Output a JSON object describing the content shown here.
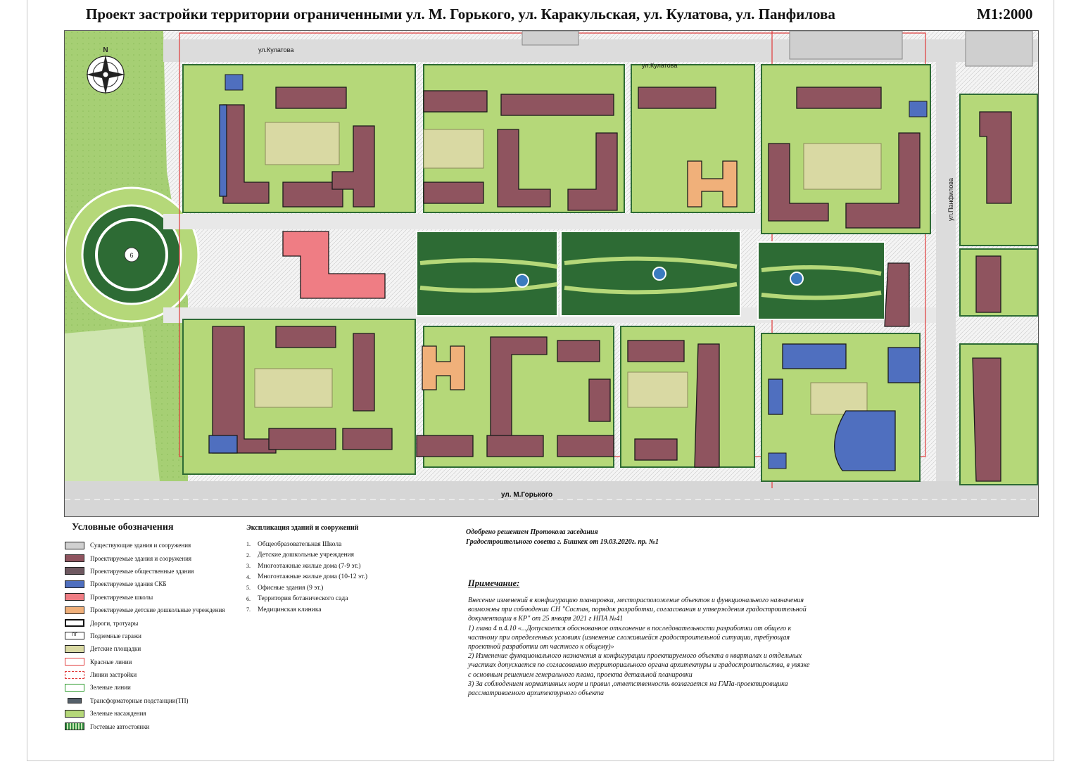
{
  "title": "Проект застройки территории ограниченными  ул. М. Горького, ул. Каракульская, ул. Кулатова, ул. Панфилова",
  "scale": "М1:2000",
  "map": {
    "north_label": "N",
    "street_labels": {
      "kulatova_left": "ул.Кулатова",
      "kulatova_right": "ул.Кулатова",
      "gorkogo": "ул. М.Горького",
      "panfilova": "ул.Панфилова"
    },
    "colors": {
      "existing": "#d0d0d0",
      "residential": "#8f545f",
      "skb": "#4f6fbf",
      "school": "#ef7d84",
      "kindergarten": "#f0b07a",
      "greenery": "#b5d879",
      "park": "#8dc267",
      "dark_green": "#2d6b34",
      "playground": "#d9d9a3",
      "red_line": "#e03a3a"
    }
  },
  "legend": {
    "title": "Условные обозначения",
    "items": [
      {
        "label": "Существующие здания и сооружения",
        "garage_text": ""
      },
      {
        "label": "Проектируемые здания и сооружения",
        "garage_text": ""
      },
      {
        "label": "Проектируемые общественные здания",
        "garage_text": ""
      },
      {
        "label": "Проектируемые здания СКБ",
        "garage_text": ""
      },
      {
        "label": "Проектируемые школы",
        "garage_text": ""
      },
      {
        "label": "Проектируемые детские дошкольные учреждения",
        "garage_text": ""
      },
      {
        "label": "Дороги, тротуары",
        "garage_text": ""
      },
      {
        "label": "Подземные гаражи",
        "garage_text": "ПГ"
      },
      {
        "label": "Детские площадки",
        "garage_text": ""
      },
      {
        "label": "Красные линии",
        "garage_text": ""
      },
      {
        "label": "Линии застройки",
        "garage_text": ""
      },
      {
        "label": "Зеленые линии",
        "garage_text": ""
      },
      {
        "label": "Трансформаторные подстанции(ТП)",
        "garage_text": ""
      },
      {
        "label": "Зеленые насаждения",
        "garage_text": ""
      },
      {
        "label": "Гостевые автостоянки",
        "garage_text": ""
      }
    ]
  },
  "explication": {
    "title": "Экспликация зданий и сооружений",
    "items": [
      {
        "num": "1.",
        "label": "Общеобразовательная Школа"
      },
      {
        "num": "2.",
        "label": "Детские дошкольные учреждения"
      },
      {
        "num": "3.",
        "label": "Многоэтажные жилые дома (7-9 эт.)"
      },
      {
        "num": "4.",
        "label": "Многоэтажные жилые дома (10-12 эт.)"
      },
      {
        "num": "5.",
        "label": "Офисные здания (9 эт.)"
      },
      {
        "num": "6.",
        "label": "Территория ботанического сада"
      },
      {
        "num": "7.",
        "label": "Медицинская клиника"
      }
    ]
  },
  "approval": {
    "line1": "Одобрено решением Протокола заседания",
    "line2": "Градостроительного совета г. Бишкек от 19.03.2020г. пр. №1"
  },
  "note": {
    "heading": "Примечание:",
    "paragraphs": [
      "Внесение изменений в конфигурацию планировки, месторасположение объектов и функционального назначения возможны при соблюдении СН \"Состав, порядок разработки, согласования и утверждения градостроительной документации в КР\" от 25 января 2021 г НПА №41",
      "1)      глава 4  п.4.10  «...Допускается обоснованное отклонение в последовательности разработки от общего к частному при определенных условиях (изменение сложившейся градостроительной ситуации, требующая проектной разработки от частного к общему)»",
      "2)      Изменение функционального назначения и конфигурации проектируемого объекта в кварталах и отдельных участках допускается по согласованию территориального органа архитектуры и градостроительства, в увязке с основным решением генерального плана, проекта детальной планировки",
      "3)      За соблюдением нормативных норм и правил ,ответственность возлагается на ГАПа-проектировщика рассматриваемого архитектурного объекта"
    ]
  }
}
